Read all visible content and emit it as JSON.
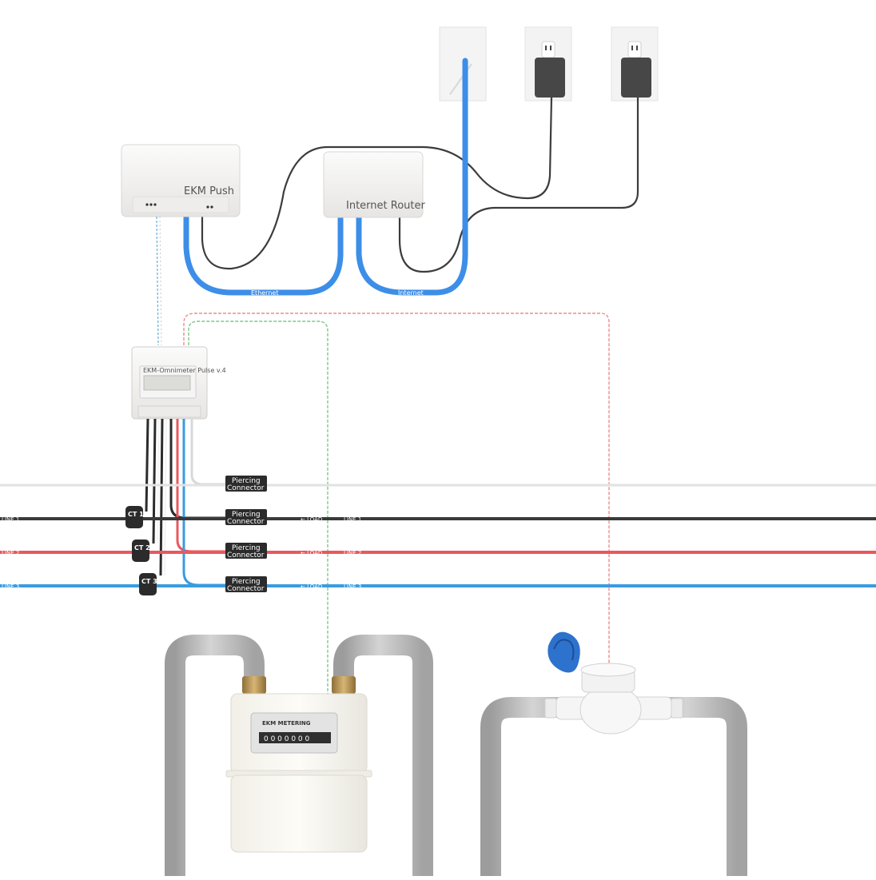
{
  "devices": {
    "ekm_push": "EKM Push",
    "router": "Internet Router",
    "meter_display_top": "EKM-Omnimeter Pulse v.4",
    "gas_meter_brand": "EKM METERING",
    "gas_reading": "0 0 0 0 0 0 0"
  },
  "cables": {
    "ethernet": "Ethernet",
    "internet": "Internet"
  },
  "lines": {
    "line0_left": "",
    "line1_left": "LINE 1",
    "line1_right": "LINE 1",
    "line2_left": "LINE 2",
    "line2_right": "LINE 2",
    "line3_left": "LINE 3",
    "line3_right": "LINE 3",
    "load": "← LOAD"
  },
  "cts": [
    "CT 1",
    "CT 2",
    "CT 3"
  ],
  "piercing": {
    "line1": "Piercing",
    "line2": "Connector"
  },
  "colors": {
    "line1": "#3a3a3a",
    "line2": "#e9585d",
    "line3": "#3a9be0",
    "ethernet": "#3c8ee8",
    "pipe": "#b9b9b9",
    "water_cap": "#2d72cc"
  }
}
